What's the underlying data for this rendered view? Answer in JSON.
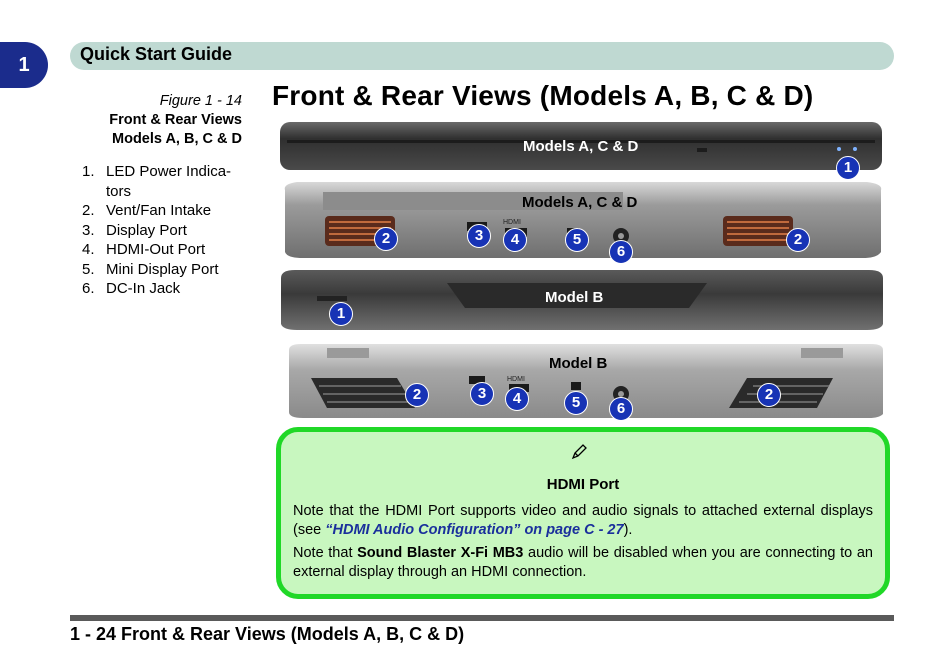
{
  "chapter_number": "1",
  "header": {
    "title": "Quick Start Guide"
  },
  "page_title": "Front & Rear Views (Models A, B, C & D)",
  "caption": {
    "figure": "Figure 1 - 14",
    "line1": "Front & Rear Views",
    "line2": "Models A, B, C & D"
  },
  "legend": [
    {
      "num": "1.",
      "text": "LED Power Indica-tors"
    },
    {
      "num": "2.",
      "text": "Vent/Fan Intake"
    },
    {
      "num": "3.",
      "text": "Display Port"
    },
    {
      "num": "4.",
      "text": "HDMI-Out Port"
    },
    {
      "num": "5.",
      "text": "Mini Display Port"
    },
    {
      "num": "6.",
      "text": "DC-In Jack"
    }
  ],
  "photos": {
    "labels": [
      "Models A, C & D",
      "Models A, C & D",
      "Model B",
      "Model B"
    ],
    "port_labels": [
      "HDMI",
      "HDMI"
    ],
    "badges": [
      "1",
      "2",
      "3",
      "4",
      "5",
      "6",
      "2",
      "1",
      "2",
      "3",
      "4",
      "5",
      "6",
      "2"
    ]
  },
  "note": {
    "icon": "pencil-icon",
    "title": "HDMI Port",
    "p1_before": "Note that the HDMI Port supports video and audio signals to attached external displays (see ",
    "p1_link": "“HDMI Audio Configuration” on page C - 27",
    "p1_after": ").",
    "p2_before": "Note that ",
    "p2_bold": "Sound Blaster X-Fi MB3",
    "p2_after": " audio will be disabled when you are connecting to an external display through an HDMI connection."
  },
  "footer": {
    "text": "1 - 24 Front & Rear Views (Models A, B, C & D)"
  },
  "colors": {
    "accent_blue": "#1b2c8c",
    "badge_blue": "#1733b5",
    "note_border": "#20d827",
    "note_fill": "#c8f7bf",
    "header_bar": "#bfd9d2"
  }
}
